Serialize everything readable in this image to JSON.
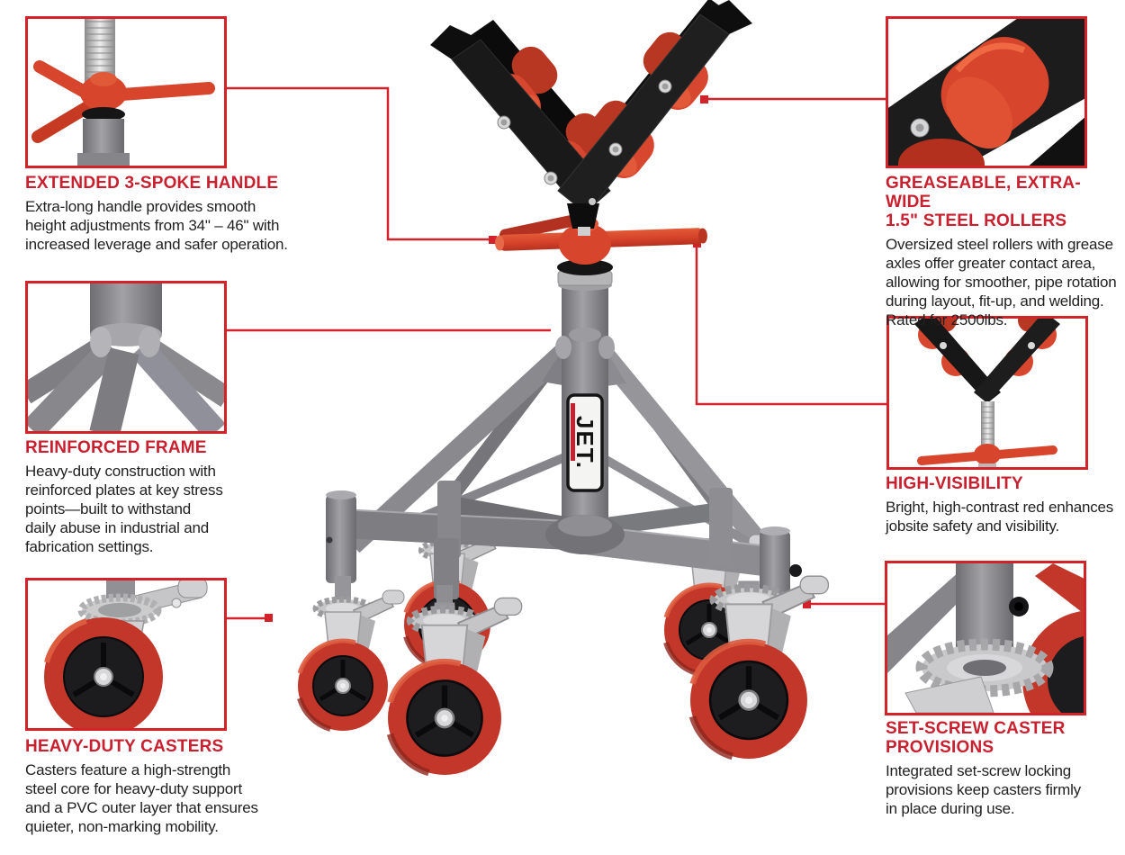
{
  "colors": {
    "accent": "#D2232A",
    "heading": "#C9202F",
    "body_text": "#1F1F1F",
    "product_red": "#D7452C",
    "wheel_red": "#C2372A",
    "frame_black": "#1A1A1A",
    "steel_gray": "#8A8A8E"
  },
  "logo": {
    "text": "JET."
  },
  "callouts": [
    {
      "id": "extended-handle",
      "heading_lines": [
        "EXTENDED 3-SPOKE HANDLE"
      ],
      "body_lines": [
        "Extra-long handle provides smooth",
        "height adjustments from 34\" – 46\" with",
        "increased leverage and safer operation."
      ]
    },
    {
      "id": "reinforced-frame",
      "heading_lines": [
        "REINFORCED FRAME"
      ],
      "body_lines": [
        "Heavy-duty construction with",
        "reinforced plates at key stress",
        "points—built to withstand",
        "daily abuse in industrial and",
        "fabrication settings."
      ]
    },
    {
      "id": "heavy-duty-casters",
      "heading_lines": [
        "HEAVY-DUTY CASTERS"
      ],
      "body_lines": [
        "Casters feature a high-strength",
        "steel core for heavy-duty support",
        "and a PVC outer layer that ensures",
        "quieter, non-marking mobility."
      ]
    },
    {
      "id": "steel-rollers",
      "heading_lines": [
        "GREASEABLE, EXTRA-WIDE",
        "1.5\" STEEL ROLLERS"
      ],
      "body_lines": [
        "Oversized steel rollers with grease",
        "axles offer greater contact area,",
        "allowing for smoother, pipe rotation",
        "during layout, fit-up, and welding.",
        "Rated for 2500lbs."
      ]
    },
    {
      "id": "high-visibility",
      "heading_lines": [
        "HIGH-VISIBILITY"
      ],
      "body_lines": [
        "Bright, high-contrast red enhances",
        "jobsite safety and visibility."
      ]
    },
    {
      "id": "set-screw",
      "heading_lines": [
        "SET-SCREW CASTER",
        "PROVISIONS"
      ],
      "body_lines": [
        "Integrated set-screw locking",
        "provisions keep casters firmly",
        "in place during use."
      ]
    }
  ]
}
